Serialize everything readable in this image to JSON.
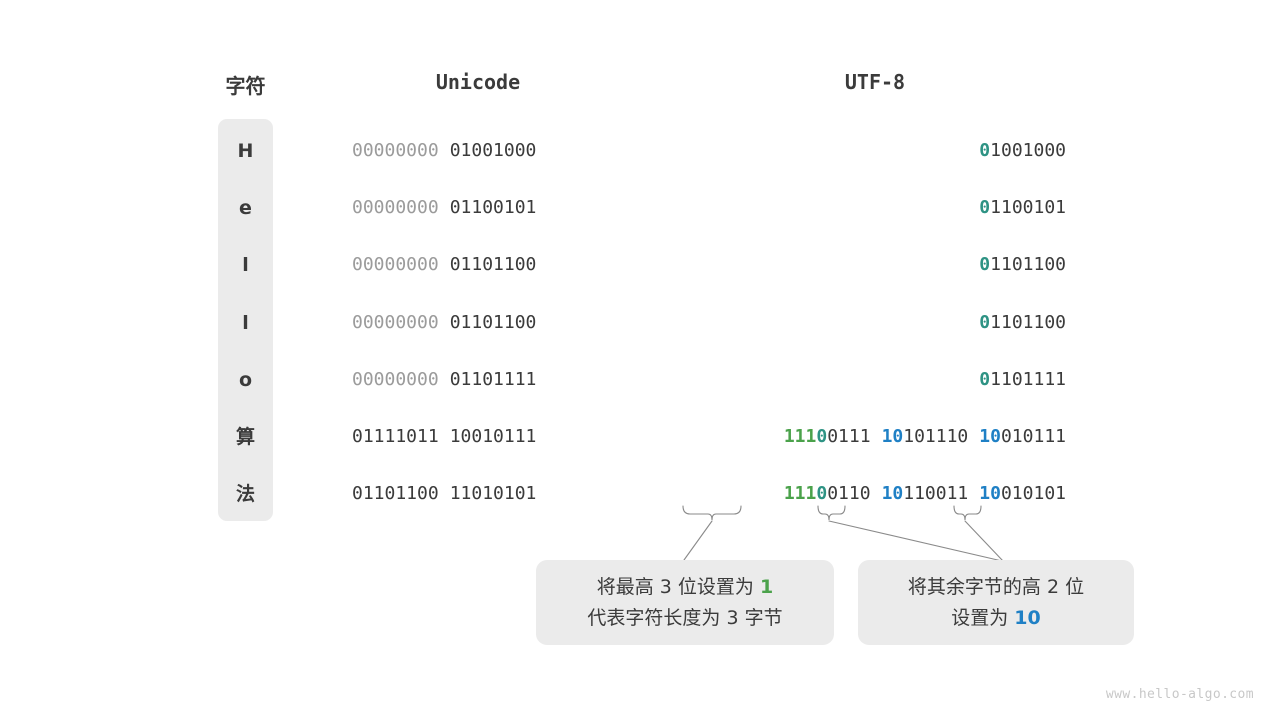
{
  "header": {
    "char_label": "字符",
    "unicode_label": "Unicode",
    "utf8_label": "UTF-8"
  },
  "colors": {
    "green": "#4ba24b",
    "teal": "#2e9384",
    "blue": "#1f80c5",
    "dark": "#3b3b3b",
    "dim": "#9b9b9b",
    "box_bg": "#ebebeb",
    "watermark": "#c8c8c8"
  },
  "rows": [
    {
      "char": "H",
      "unicode": "00000000 01001000",
      "unicode_high": "00000000",
      "unicode_low": "01001000",
      "utf8": "01001000",
      "utf8_bytes": [
        {
          "marker": "0",
          "marker_color": "teal",
          "rest": "1001000"
        }
      ]
    },
    {
      "char": "e",
      "unicode": "00000000 01100101",
      "unicode_high": "00000000",
      "unicode_low": "01100101",
      "utf8": "01100101",
      "utf8_bytes": [
        {
          "marker": "0",
          "marker_color": "teal",
          "rest": "1100101"
        }
      ]
    },
    {
      "char": "l",
      "unicode": "00000000 01101100",
      "unicode_high": "00000000",
      "unicode_low": "01101100",
      "utf8": "01101100",
      "utf8_bytes": [
        {
          "marker": "0",
          "marker_color": "teal",
          "rest": "1101100"
        }
      ]
    },
    {
      "char": "l",
      "unicode": "00000000 01101100",
      "unicode_high": "00000000",
      "unicode_low": "01101100",
      "utf8": "01101100",
      "utf8_bytes": [
        {
          "marker": "0",
          "marker_color": "teal",
          "rest": "1101100"
        }
      ]
    },
    {
      "char": "o",
      "unicode": "00000000 01101111",
      "unicode_high": "00000000",
      "unicode_low": "01101111",
      "utf8": "01101111",
      "utf8_bytes": [
        {
          "marker": "0",
          "marker_color": "teal",
          "rest": "1101111"
        }
      ]
    },
    {
      "char": "算",
      "unicode": "01111011 10010111",
      "unicode_high": "01111011",
      "unicode_low": "10010111",
      "utf8": "11100111 10101110 10010111",
      "utf8_bytes": [
        {
          "marker": "111",
          "marker_color": "green",
          "marker2": "0",
          "marker2_color": "teal",
          "rest": "0111"
        },
        {
          "marker": "10",
          "marker_color": "blue",
          "rest": "101110"
        },
        {
          "marker": "10",
          "marker_color": "blue",
          "rest": "010111"
        }
      ]
    },
    {
      "char": "法",
      "unicode": "01101100 11010101",
      "unicode_high": "01101100",
      "unicode_low": "11010101",
      "utf8": "11100110 10110011 10010101",
      "utf8_bytes": [
        {
          "marker": "111",
          "marker_color": "green",
          "marker2": "0",
          "marker2_color": "teal",
          "rest": "0110"
        },
        {
          "marker": "10",
          "marker_color": "blue",
          "rest": "110011"
        },
        {
          "marker": "10",
          "marker_color": "blue",
          "rest": "010101"
        }
      ]
    }
  ],
  "callouts": {
    "left": {
      "line1_a": "将最高 3 位设置为 ",
      "line1_hl": "1",
      "line2": "代表字符长度为 3 字节"
    },
    "right": {
      "line1": "将其余字节的高 2 位",
      "line2_a": "设置为 ",
      "line2_hl": "10"
    }
  },
  "watermark": "www.hello-algo.com"
}
